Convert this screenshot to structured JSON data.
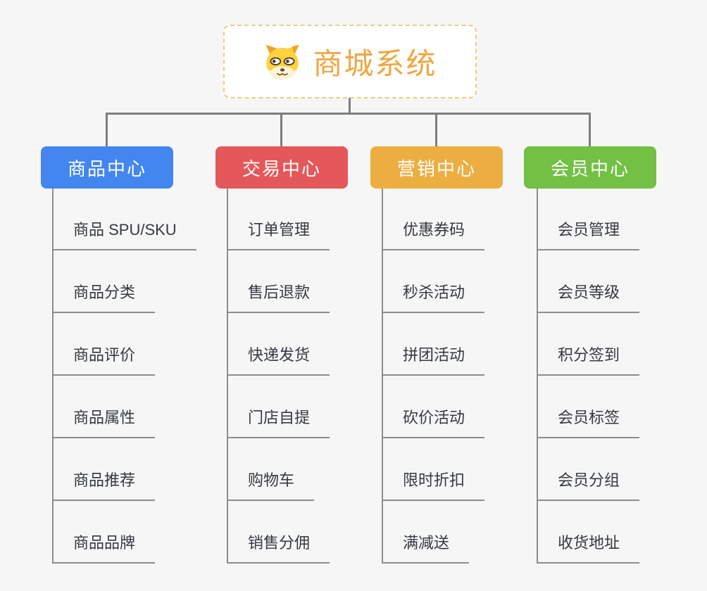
{
  "root": {
    "title": "商城系统",
    "icon": "dog-face-icon",
    "title_color": "#f0a640",
    "border_color": "#f4ca80"
  },
  "palette": {
    "background": "#f6f6f6",
    "connector": "#7d7d7d",
    "underline": "#8d8d8d",
    "leaf_text": "#35393f"
  },
  "branches": [
    {
      "label": "商品中心",
      "color": "#4486ef",
      "items": [
        "商品 SPU/SKU",
        "商品分类",
        "商品评价",
        "商品属性",
        "商品推荐",
        "商品品牌"
      ]
    },
    {
      "label": "交易中心",
      "color": "#e4585a",
      "items": [
        "订单管理",
        "售后退款",
        "快递发货",
        "门店自提",
        "购物车",
        "销售分佣"
      ]
    },
    {
      "label": "营销中心",
      "color": "#edae41",
      "items": [
        "优惠券码",
        "秒杀活动",
        "拼团活动",
        "砍价活动",
        "限时折扣",
        "满减送"
      ]
    },
    {
      "label": "会员中心",
      "color": "#72c044",
      "items": [
        "会员管理",
        "会员等级",
        "积分签到",
        "会员标签",
        "会员分组",
        "收货地址"
      ]
    }
  ]
}
